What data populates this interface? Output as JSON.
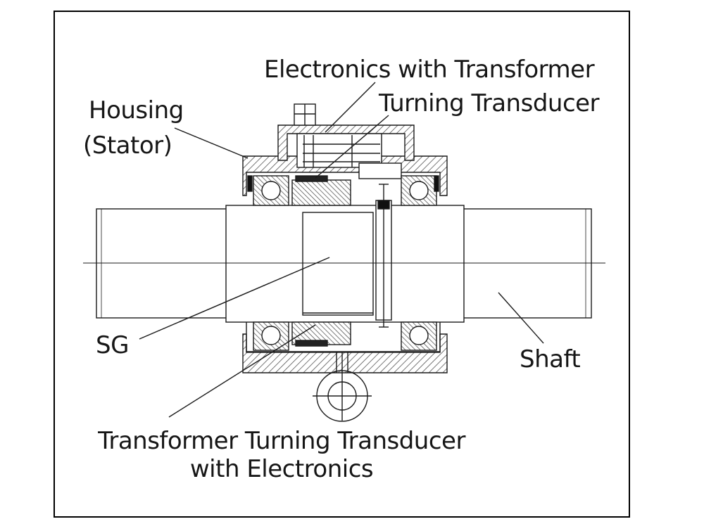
{
  "labels": {
    "electronics_with_transformer": "Electronics with Transformer",
    "turning_transducer": "Turning Transducer",
    "housing": "Housing",
    "stator": "(Stator)",
    "sg": "SG",
    "shaft": "Shaft",
    "transformer_line1": "Transformer Turning Transducer",
    "transformer_line2": "with Electronics"
  },
  "colors": {
    "line": "#1a1a1a",
    "hatch": "#555555",
    "frame": "#000000",
    "background": "#ffffff"
  }
}
